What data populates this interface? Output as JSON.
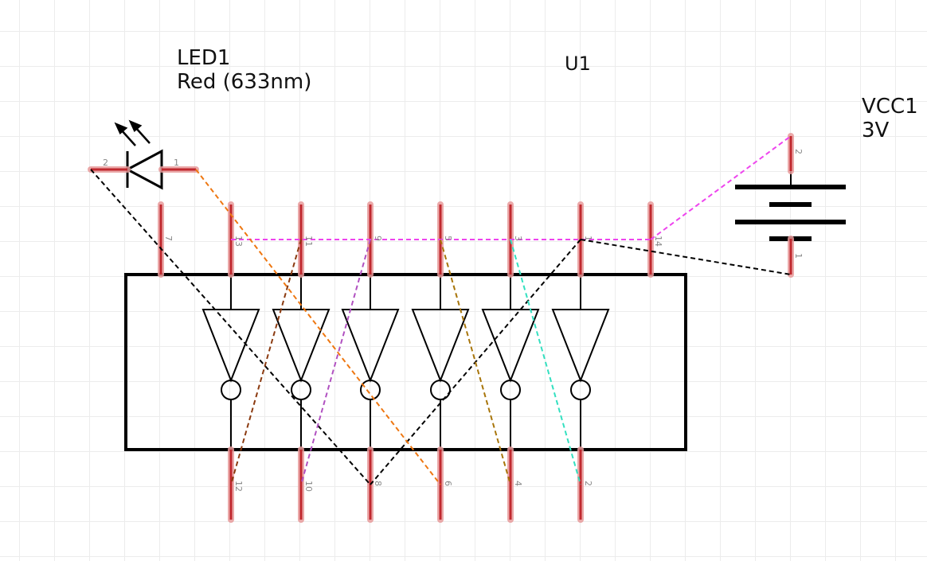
{
  "components": {
    "led": {
      "ref": "LED1",
      "value": "Red (633nm)",
      "pins": [
        "2",
        "1"
      ]
    },
    "ic": {
      "ref": "U1",
      "top_pins": [
        "7",
        "13",
        "11",
        "9",
        "5",
        "3",
        "1",
        "14"
      ],
      "bottom_pins": [
        "12",
        "10",
        "8",
        "6",
        "4",
        "2"
      ]
    },
    "battery": {
      "ref": "VCC1",
      "value": "3V",
      "pins": [
        "2",
        "1"
      ]
    }
  },
  "colors": {
    "pin_highlight": "#e89a9a",
    "pin_core": "#c0282e",
    "wire_vcc": "#ee44ee",
    "wire_gnd": "#000000",
    "wire_led": "#ee7711",
    "wire_brown": "#8b3a10",
    "wire_purple": "#b050c0",
    "wire_olive": "#a8750a",
    "wire_cyan": "#33e0c0"
  }
}
